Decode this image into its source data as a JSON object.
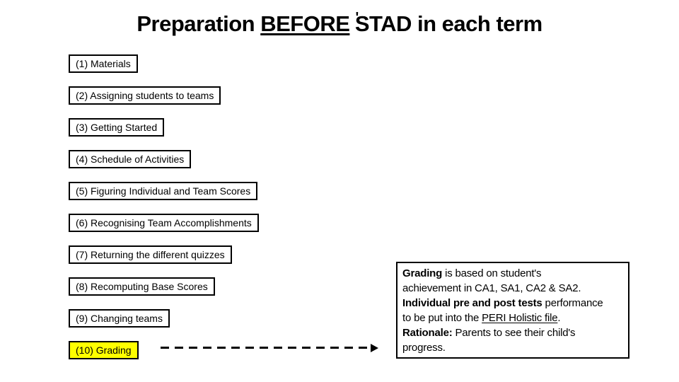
{
  "slide": {
    "title": {
      "segments": [
        {
          "t": "Preparation "
        },
        {
          "t": "BEFORE",
          "u": true
        },
        {
          "t": " "
        },
        {
          "t": "'",
          "sup": true
        },
        {
          "t": "STAD in each term"
        }
      ]
    },
    "steps": [
      {
        "label": "(1) Materials"
      },
      {
        "label": "(2) Assigning students to teams"
      },
      {
        "label": "(3) Getting Started"
      },
      {
        "label": "(4) Schedule of Activities"
      },
      {
        "label": "(5) Figuring Individual and Team Scores"
      },
      {
        "label": "(6) Recognising Team Accomplishments"
      },
      {
        "label": "(7) Returning the different quizzes"
      },
      {
        "label": "(8) Recomputing Base Scores"
      },
      {
        "label": "(9) Changing teams"
      },
      {
        "label": "(10) Grading",
        "highlight": true
      }
    ],
    "colors": {
      "highlight": "#ffff00",
      "text": "#000000",
      "border": "#000000",
      "background": "#ffffff"
    },
    "arrow": {
      "style": "dashed",
      "direction": "right",
      "color": "#000000"
    },
    "info_box": {
      "lines": [
        [
          {
            "t": "Grading",
            "b": true
          },
          {
            "t": " is based on student's"
          }
        ],
        [
          {
            "t": "achievement in CA1, SA1, CA2 & SA2."
          }
        ],
        [
          {
            "t": "Individual pre and post tests",
            "b": true
          },
          {
            "t": " performance"
          }
        ],
        [
          {
            "t": "to be put into the "
          },
          {
            "t": "PERI Holistic file",
            "u": true
          },
          {
            "t": "."
          }
        ],
        [
          {
            "t": "Rationale:",
            "b": true
          },
          {
            "t": " Parents to see their child's"
          }
        ],
        [
          {
            "t": "progress."
          }
        ]
      ]
    }
  }
}
